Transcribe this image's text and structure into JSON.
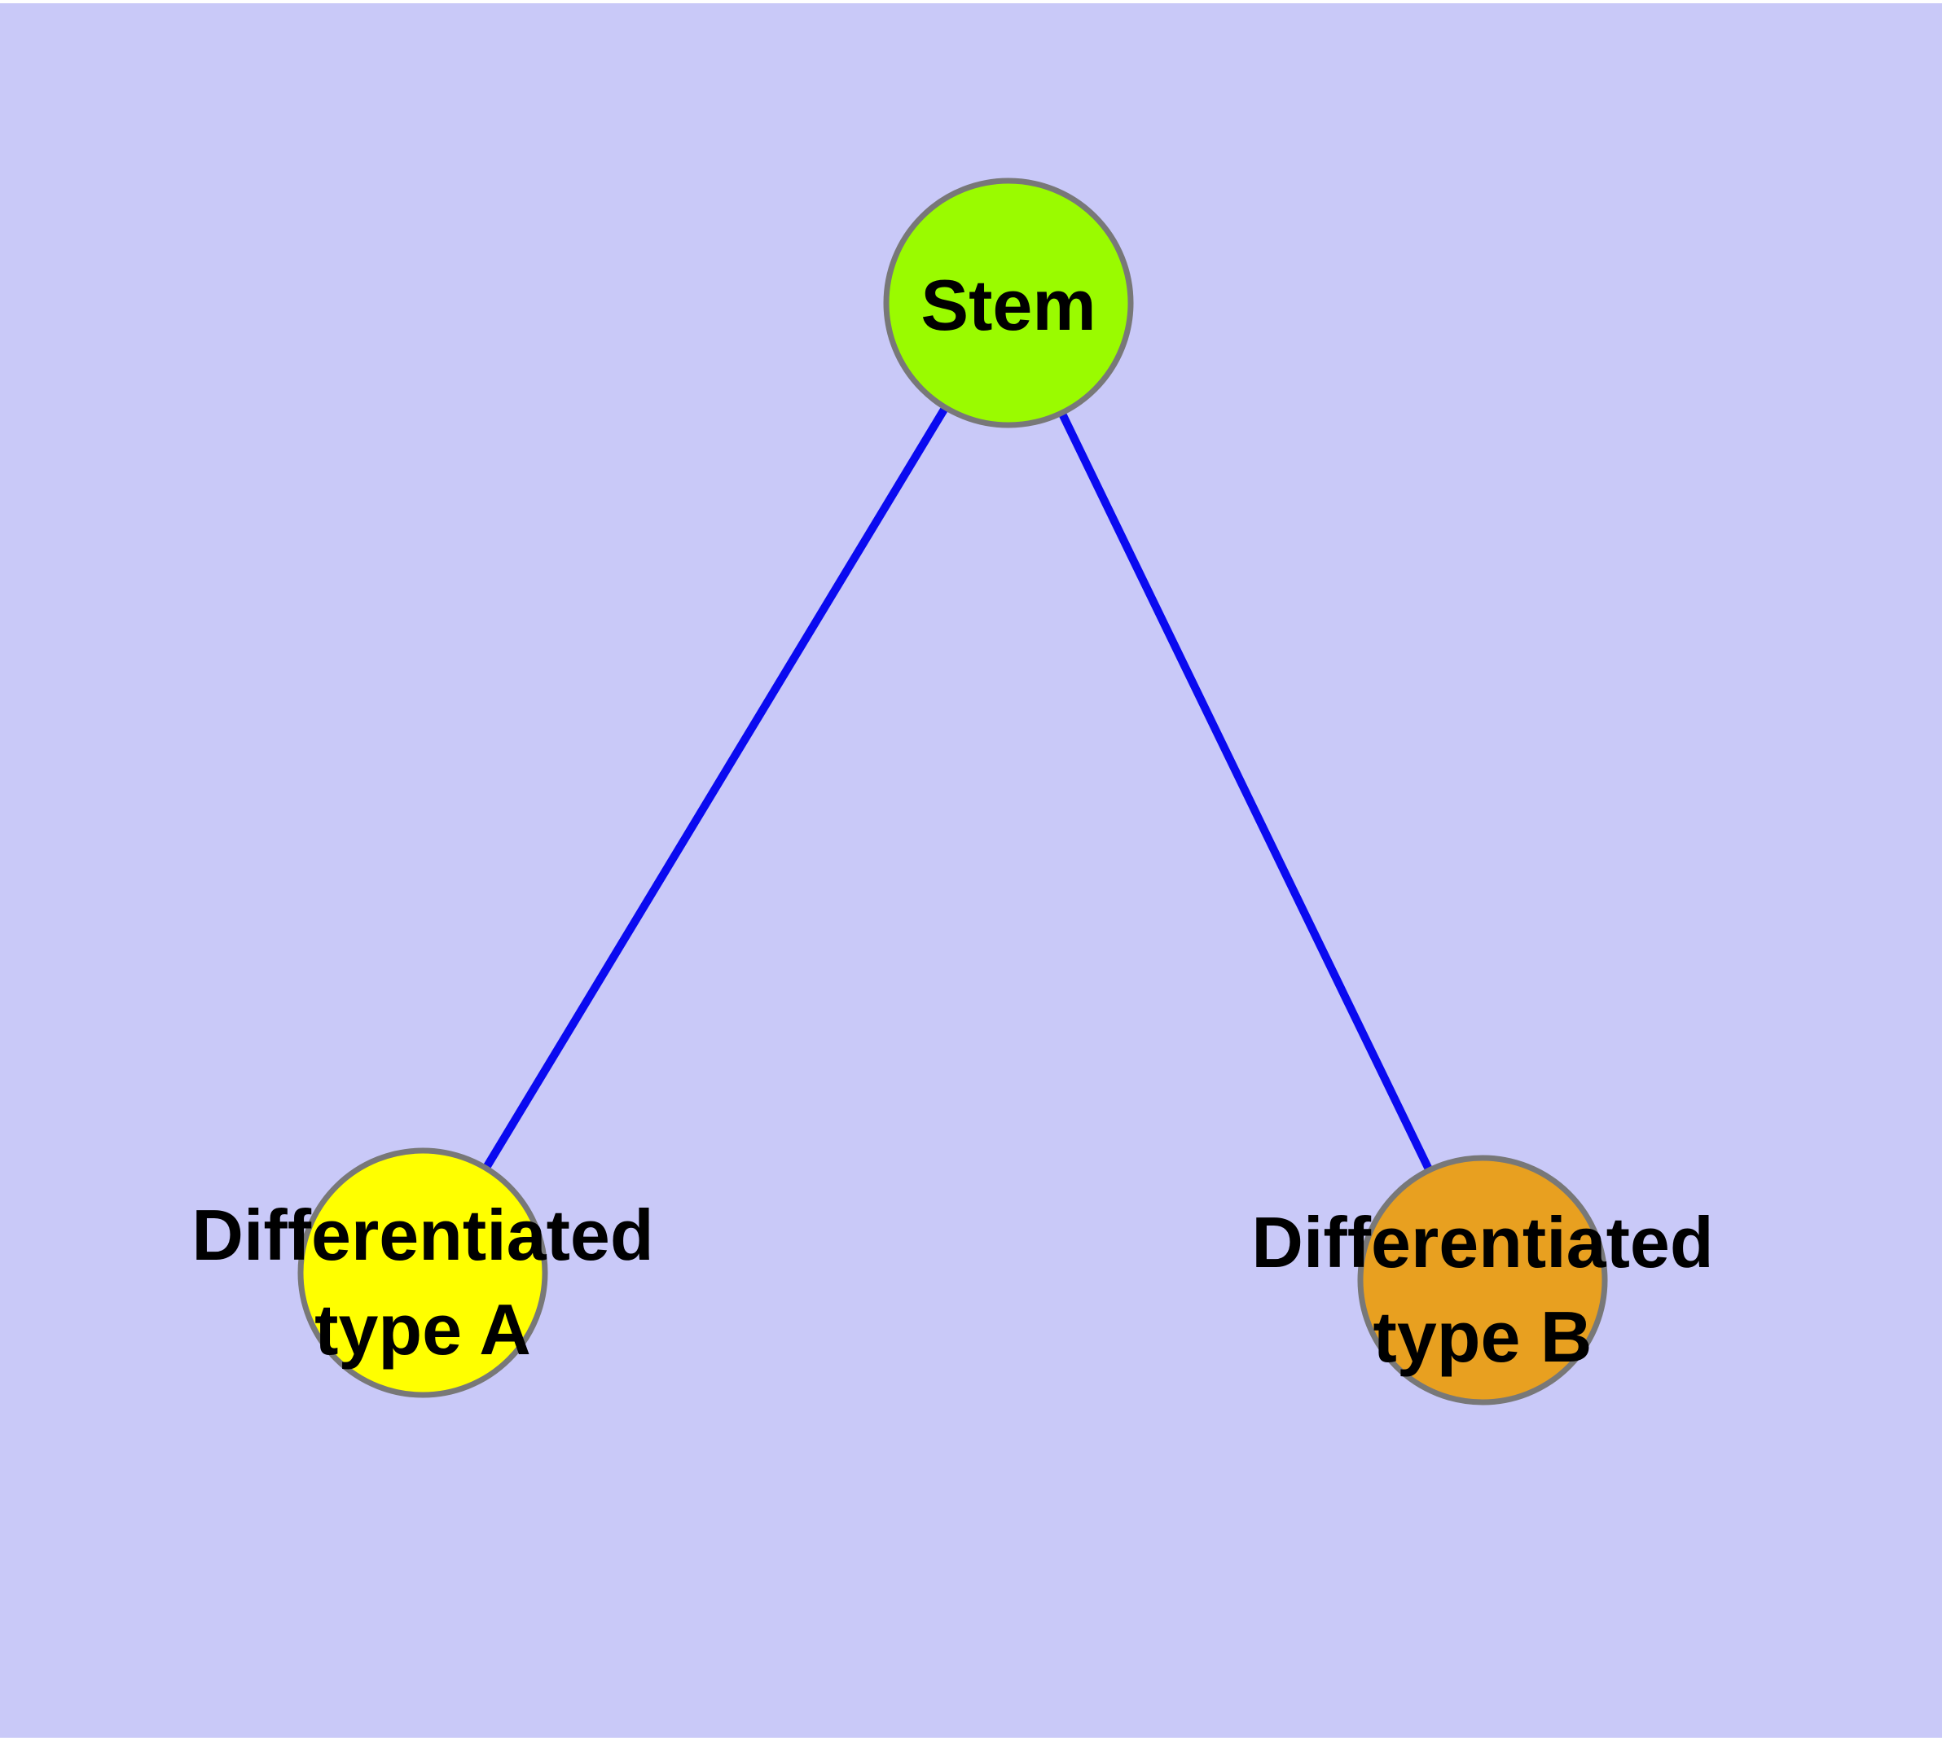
{
  "diagram": {
    "background_color": "#C9C9F8",
    "margin_color": "#FFFFFF",
    "edge_color": "#0A0AF0",
    "node_border_color": "#787878",
    "text_color": "#000000",
    "nodes": {
      "stem": {
        "label": "Stem",
        "label_lines": [
          "Stem"
        ],
        "color": "#9AFB00"
      },
      "type_a": {
        "label": "Differentiated type A",
        "label_lines": [
          "Differentiated",
          "type A"
        ],
        "color": "#FFFF00"
      },
      "type_b": {
        "label": "Differentiated type B",
        "label_lines": [
          "Differentiated",
          "type B"
        ],
        "color": "#E8A020"
      }
    },
    "edges": [
      {
        "from": "Stem",
        "to": "Differentiated type A"
      },
      {
        "from": "Stem",
        "to": "Differentiated type B"
      }
    ]
  }
}
